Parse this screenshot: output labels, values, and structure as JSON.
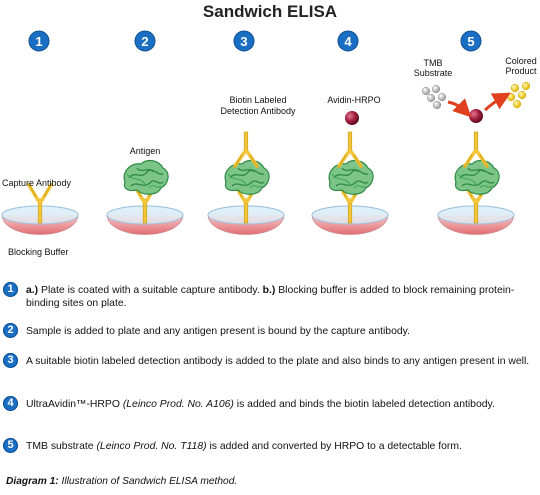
{
  "title": "Sandwich ELISA",
  "steps": [
    {
      "number": "1",
      "labels": {
        "capture_antibody": "Capture Antibody",
        "blocking_buffer": "Blocking Buffer"
      }
    },
    {
      "number": "2",
      "labels": {
        "antigen": "Antigen"
      }
    },
    {
      "number": "3",
      "labels": {
        "detection_antibody_line1": "Biotin Labeled",
        "detection_antibody_line2": "Detection Antibody"
      }
    },
    {
      "number": "4",
      "labels": {
        "avidin": "Avidin-HRPO"
      }
    },
    {
      "number": "5",
      "labels": {
        "tmb_line1": "TMB",
        "tmb_line2": "Substrate",
        "product_line1": "Colored",
        "product_line2": "Product"
      }
    }
  ],
  "descriptions": [
    {
      "number": "1",
      "a_label": "a.)",
      "a_text": " Plate is coated with a suitable capture antibody.  ",
      "b_label": "b.)",
      "b_text": " Blocking buffer is added to block remaining protein-binding sites on plate."
    },
    {
      "number": "2",
      "text": "Sample is added to plate and any antigen present is bound by the capture antibody."
    },
    {
      "number": "3",
      "text": "A suitable biotin labeled detection antibody is added to the plate and also binds to any antigen present in well."
    },
    {
      "number": "4",
      "pre": "UltraAvidin™-HRPO ",
      "italic": "(Leinco Prod. No. A106)",
      "post": " is added and binds the biotin labeled detection antibody."
    },
    {
      "number": "5",
      "pre": "TMB substrate ",
      "italic": "(Leinco Prod. No. T118)",
      "post": " is added and converted by HRPO to a detectable form."
    }
  ],
  "caption": {
    "label": "Diagram 1:",
    "text": " Illustration of Sandwich ELISA method."
  },
  "colors": {
    "badge": "#1a6fc2",
    "antibody": "#f2c53a",
    "antigen": "#3a9a4e",
    "hrpo": "#9c1c3c",
    "substrate": "#c8c8c8",
    "product": "#f5d21e",
    "arrow": "#e0401e",
    "well_liquid": "#e98c8e"
  }
}
